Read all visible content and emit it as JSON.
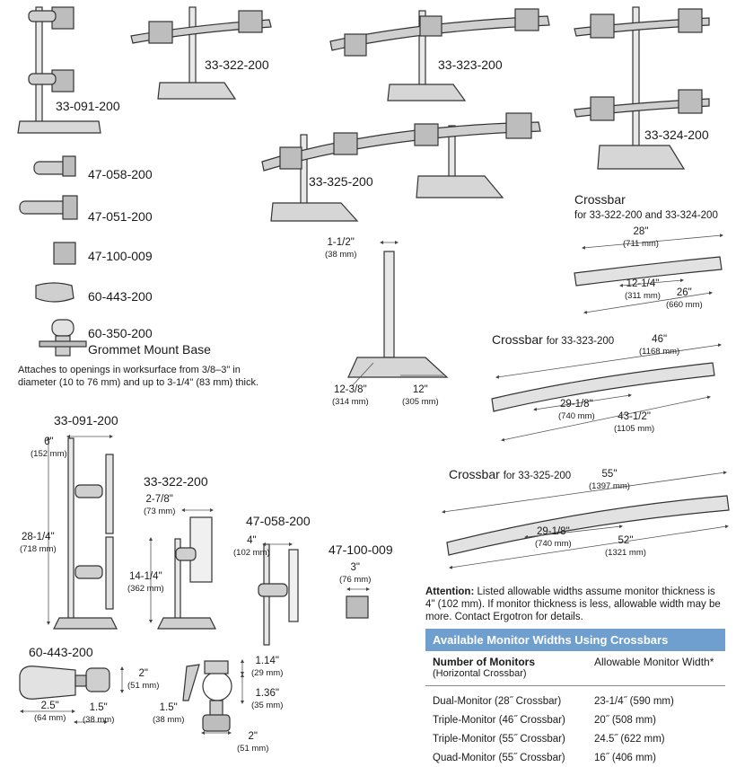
{
  "part_labels": {
    "p1": "33-091-200",
    "p2": "33-322-200",
    "p3": "33-323-200",
    "p4": "33-324-200",
    "p5": "33-325-200",
    "p6": "47-058-200",
    "p7": "47-051-200",
    "p8": "47-100-009",
    "p9": "60-443-200",
    "p10": "60-350-200",
    "p10b": "Grommet Mount Base"
  },
  "grommet_note": "Attaches to openings in worksurface from 3/8–3\" in diameter (10 to 76 mm) and up to 3-1/4\" (83 mm) thick.",
  "pole": {
    "top_in": "1-1/2\"",
    "top_mm": "(38 mm)",
    "d1_in": "12-3/8\"",
    "d1_mm": "(314 mm)",
    "d2_in": "12\"",
    "d2_mm": "(305 mm)"
  },
  "crossbar1": {
    "title": "Crossbar",
    "subtitle": "for 33-322-200 and 33-324-200",
    "a_in": "28\"",
    "a_mm": "(711 mm)",
    "b_in": "12-1/4\"",
    "b_mm": "(311 mm)",
    "c_in": "26\"",
    "c_mm": "(660 mm)"
  },
  "crossbar2": {
    "title": "Crossbar",
    "subtitle": "for 33-323-200",
    "a_in": "46\"",
    "a_mm": "(1168 mm)",
    "b_in": "29-1/8\"",
    "b_mm": "(740 mm)",
    "c_in": "43-1/2\"",
    "c_mm": "(1105 mm)"
  },
  "crossbar3": {
    "title": "Crossbar",
    "subtitle": "for 33-325-200",
    "a_in": "55\"",
    "a_mm": "(1397 mm)",
    "b_in": "29-1/8\"",
    "b_mm": "(740 mm)",
    "c_in": "52\"",
    "c_mm": "(1321 mm)"
  },
  "side": {
    "s1_label": "33-091-200",
    "s1_w_in": "6\"",
    "s1_w_mm": "(152 mm)",
    "s1_h_in": "28-1/4\"",
    "s1_h_mm": "(718 mm)",
    "s2_label": "33-322-200",
    "s2_w_in": "2-7/8\"",
    "s2_w_mm": "(73 mm)",
    "s2_h_in": "14-1/4\"",
    "s2_h_mm": "(362 mm)",
    "s3_label": "47-058-200",
    "s3_w_in": "4\"",
    "s3_w_mm": "(102 mm)",
    "s4_label": "47-100-009",
    "s4_w_in": "3\"",
    "s4_w_mm": "(76 mm)"
  },
  "clamp": {
    "label": "60-443-200",
    "h_in": "2\"",
    "h_mm": "(51 mm)",
    "w_in": "2.5\"",
    "w_mm": "(64 mm)",
    "d_in": "1.5\"",
    "d_mm": "(38 mm)",
    "t1_in": "1.14\"",
    "t1_mm": "(29 mm)",
    "t2_in": "1.36\"",
    "t2_mm": "(35 mm)",
    "l_in": "1.5\"",
    "l_mm": "(38 mm)",
    "b_in": "2\"",
    "b_mm": "(51 mm)"
  },
  "attention": {
    "label": "Attention:",
    "text": "Listed allowable widths assume monitor thickness is 4\" (102 mm). If monitor thickness is less, allowable width may be more. Contact Ergotron for details."
  },
  "table": {
    "title": "Available Monitor Widths Using Crossbars",
    "col1": "Number of Monitors",
    "col1_sub": "(Horizontal Crossbar)",
    "col2": "Allowable Monitor Width*",
    "rows": [
      {
        "m": "Dual-Monitor (28˝ Crossbar)",
        "w": "23-1/4˝ (590 mm)"
      },
      {
        "m": "Triple-Monitor (46˝ Crossbar)",
        "w": "20˝ (508 mm)"
      },
      {
        "m": "Triple-Monitor (55˝ Crossbar)",
        "w": "24.5˝ (622 mm)"
      },
      {
        "m": "Quad-Monitor (55˝ Crossbar)",
        "w": "16˝ (406 mm)"
      }
    ]
  }
}
